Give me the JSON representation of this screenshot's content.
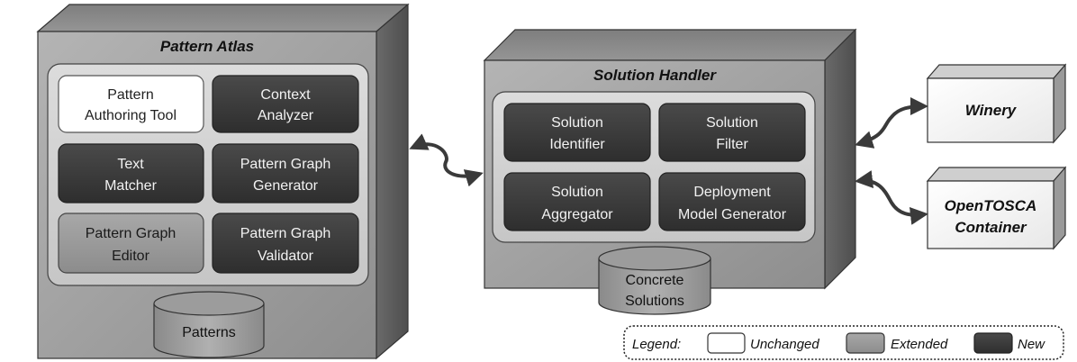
{
  "pattern_atlas": {
    "title": "Pattern Atlas",
    "components": [
      {
        "line1": "Pattern",
        "line2": "Authoring Tool",
        "status": "unchanged"
      },
      {
        "line1": "Context",
        "line2": "Analyzer",
        "status": "new"
      },
      {
        "line1": "Text",
        "line2": "Matcher",
        "status": "new"
      },
      {
        "line1": "Pattern Graph",
        "line2": "Generator",
        "status": "new"
      },
      {
        "line1": "Pattern Graph",
        "line2": "Editor",
        "status": "extended"
      },
      {
        "line1": "Pattern Graph",
        "line2": "Validator",
        "status": "new"
      }
    ],
    "database": "Patterns"
  },
  "solution_handler": {
    "title": "Solution Handler",
    "components": [
      {
        "line1": "Solution",
        "line2": "Identifier",
        "status": "new"
      },
      {
        "line1": "Solution",
        "line2": "Filter",
        "status": "new"
      },
      {
        "line1": "Solution",
        "line2": "Aggregator",
        "status": "new"
      },
      {
        "line1": "Deployment",
        "line2": "Model Generator",
        "status": "new"
      }
    ],
    "database": {
      "line1": "Concrete",
      "line2": "Solutions"
    }
  },
  "external_systems": {
    "winery": "Winery",
    "opentosca": {
      "line1": "OpenTOSCA",
      "line2": "Container"
    }
  },
  "legend": {
    "title": "Legend:",
    "items": [
      {
        "label": "Unchanged",
        "color": "#ffffff"
      },
      {
        "label": "Extended",
        "color": "#9a9a9a"
      },
      {
        "label": "New",
        "color": "#3c3c3c"
      }
    ]
  },
  "colors": {
    "unchanged": "#ffffff",
    "extended": "#9a9a9a",
    "new": "#3c3c3c",
    "box_front": "#a8a8a8",
    "box_top": "#8a8a8a",
    "box_side": "#5e5e5e"
  }
}
